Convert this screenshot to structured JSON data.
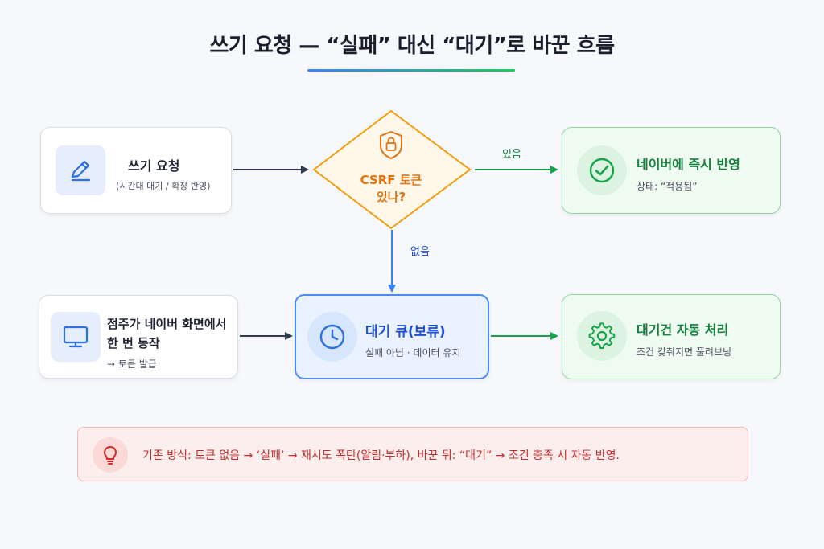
{
  "title": "쓰기 요청 — “실패” 대신 “대기”로 바꾼 흐름",
  "nodes": {
    "request": {
      "title": "쓰기 요청",
      "sub": "(시간대 대기 / 확장 반영)",
      "icon": "pencil-icon"
    },
    "decision": {
      "line1": "CSRF 토큰",
      "line2": "있나?",
      "icon": "lock-shield-icon"
    },
    "naver": {
      "title": "네이버에 즉시 반영",
      "sub": "상태: “적용됨”",
      "icon": "check-circle-icon"
    },
    "owner": {
      "line1": "점주가 네이버 화면에서",
      "line2": "한 번 동작",
      "sub": "→ 토큰 발급",
      "icon": "monitor-icon"
    },
    "queue": {
      "title": "대기 큐(보류)",
      "sub": "실패 아님 · 데이터 유지",
      "icon": "clock-icon"
    },
    "later": {
      "title": "대기건 자동 처리",
      "sub": "조건 갖춰지면 풀려브닝",
      "icon": "gear-icon"
    }
  },
  "edges": {
    "yes_label": "있음",
    "no_label": "없음"
  },
  "note": {
    "text": "기존 방식: 토큰 없음 → ‘실패’ → 재시도 폭탄(알림·부하),   바꾼 뒤: “대기” → 조건 충족 시 자동 반영.",
    "icon": "lightbulb-icon"
  },
  "colors": {
    "blue": "#3b82f6",
    "green": "#16a34a",
    "orange": "#f59e0b",
    "red": "#dc2626",
    "dark_arrow": "#2f3a4f"
  }
}
